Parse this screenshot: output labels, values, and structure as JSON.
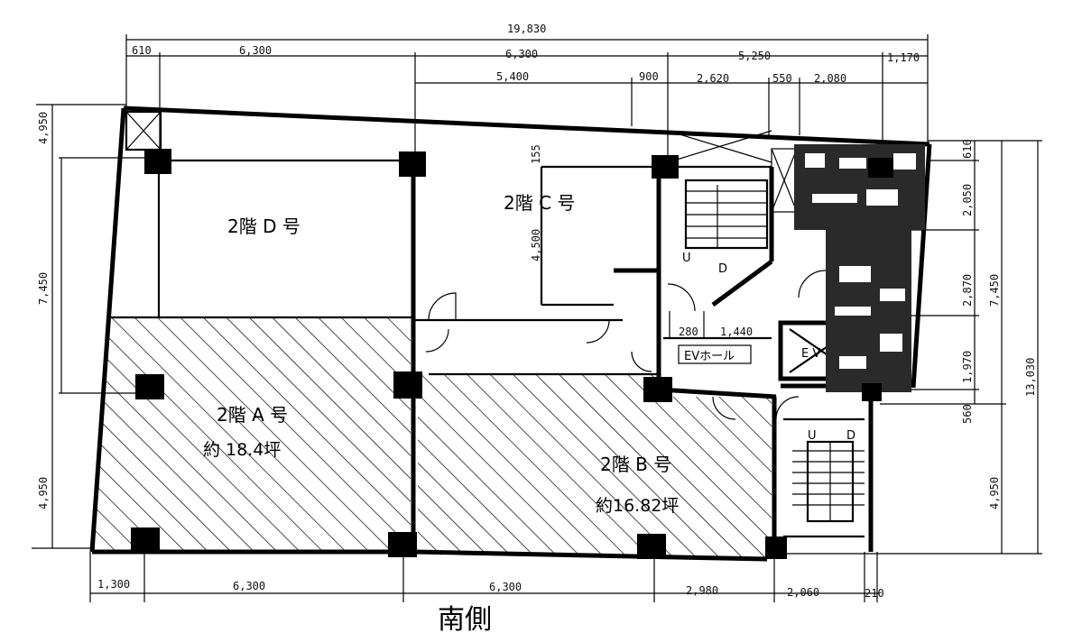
{
  "dimensions": {
    "total_width": "19,830",
    "top_row": [
      "610",
      "6,300",
      "6,300",
      "5,250",
      "1,170"
    ],
    "second_row": [
      "5,400",
      "900",
      "2,620",
      "550",
      "2,080"
    ],
    "bottom_row": [
      "1,300",
      "6,300",
      "6,300",
      "2,980",
      "2,060",
      "210"
    ],
    "left_side": [
      "4,950",
      "7,450",
      "4,950"
    ],
    "right_inner": [
      "610",
      "2,050",
      "2,870",
      "1,970",
      "560"
    ],
    "right_mid": [
      "7,450",
      "4,950"
    ],
    "right_total": "13,030",
    "room_c_height": "4,500",
    "room_c_offset": "155",
    "stair_dims": [
      "280",
      "1,440"
    ]
  },
  "rooms": {
    "d": {
      "label": "2階 D 号"
    },
    "c": {
      "label": "2階 C 号"
    },
    "a": {
      "label": "2階 A 号",
      "area": "約 18.4坪"
    },
    "b": {
      "label": "2階 B 号",
      "area": "約16.82坪"
    }
  },
  "labels": {
    "ev_hall": "EVホール",
    "ev": "E V",
    "up1": "U",
    "down1": "D",
    "up2": "U",
    "down2": "D",
    "south": "南側"
  }
}
